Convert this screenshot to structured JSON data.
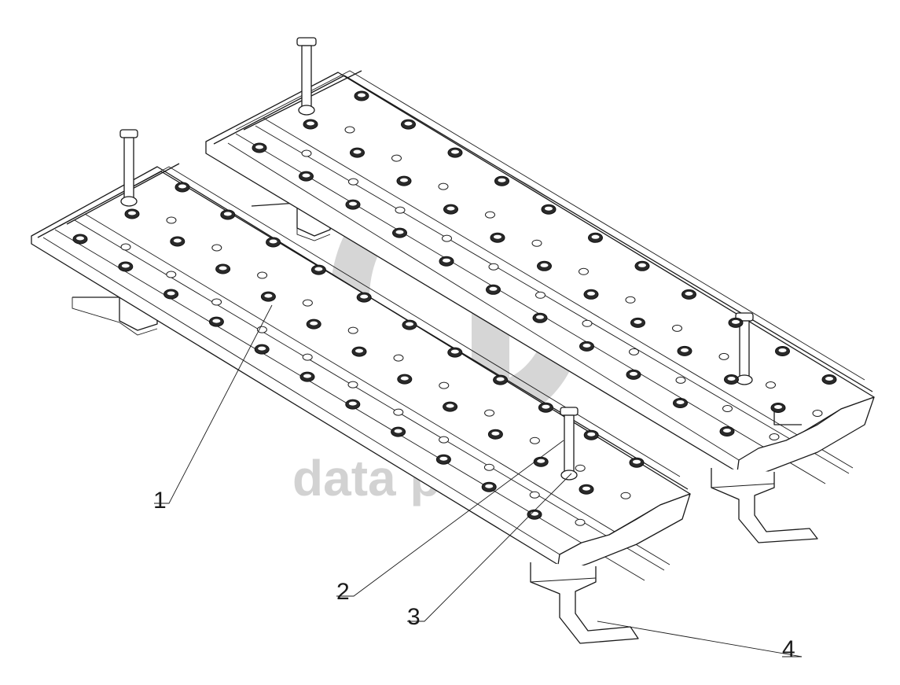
{
  "watermark": {
    "text": "data parts"
  },
  "callouts": [
    {
      "id": "1",
      "label": "1"
    },
    {
      "id": "2",
      "label": "2"
    },
    {
      "id": "3",
      "label": "3"
    },
    {
      "id": "4",
      "label": "4"
    }
  ]
}
